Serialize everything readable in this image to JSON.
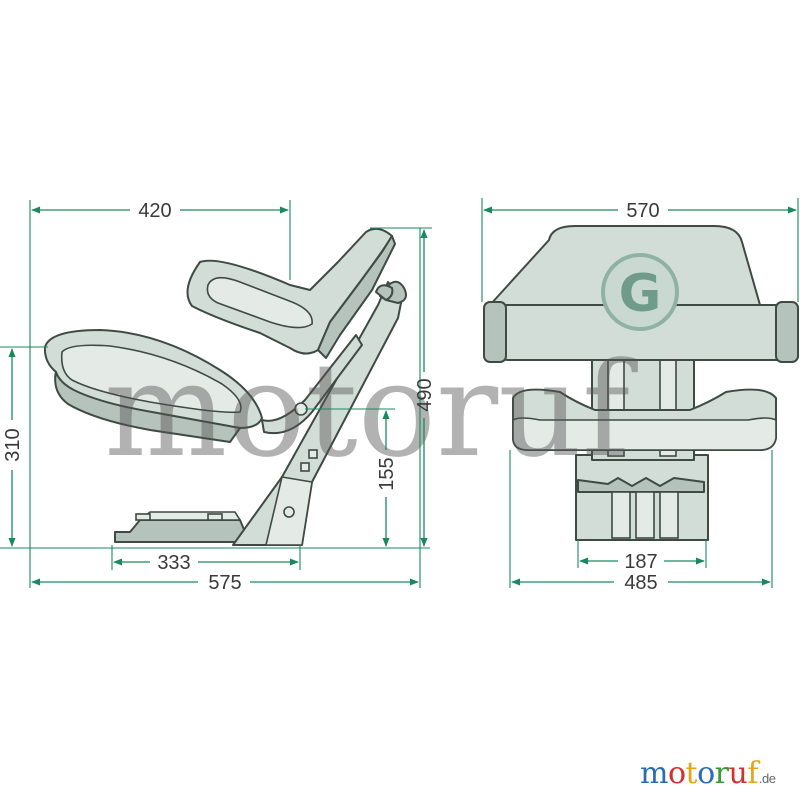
{
  "dimensions": {
    "side_top_width": "420",
    "side_total_height": "490",
    "side_seat_height": "310",
    "side_pivot_height": "155",
    "side_base_length": "333",
    "side_total_length": "575",
    "front_backrest_width": "570",
    "front_base_width": "187",
    "front_total_width": "485"
  },
  "watermark": "motoruf",
  "emblem_letter": "G",
  "brand": {
    "letters": [
      "m",
      "o",
      "t",
      "o",
      "r",
      "u",
      "f"
    ],
    "letter_colors": [
      "#2a6db5",
      "#d62f2f",
      "#e8a317",
      "#2a6db5",
      "#3a9a3a",
      "#d62f2f",
      "#e8a317"
    ],
    "suffix": ".de"
  },
  "colors": {
    "dimension_line": "#1a8a5e",
    "seat_fill": "#d3ddd8",
    "seat_outline": "#3e4a44"
  }
}
